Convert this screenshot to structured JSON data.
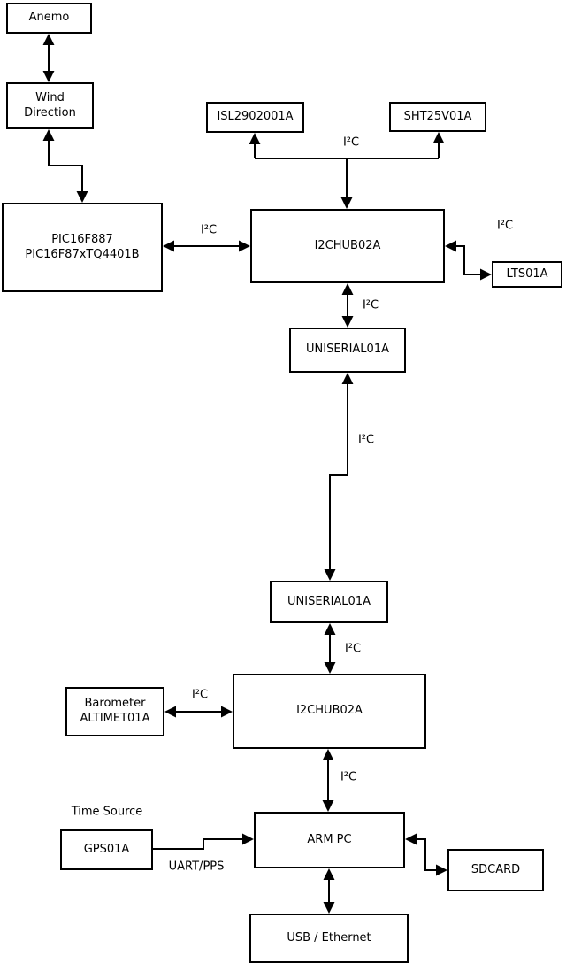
{
  "boxes": {
    "anemo": {
      "label": "Anemo"
    },
    "wind_direction": {
      "line1": "Wind",
      "line2": "Direction"
    },
    "pic": {
      "line1": "PIC16F887",
      "line2": "PIC16F87xTQ4401B"
    },
    "isl": {
      "label": "ISL2902001A"
    },
    "sht": {
      "label": "SHT25V01A"
    },
    "i2chub_top": {
      "label": "I2CHUB02A"
    },
    "lts": {
      "label": "LTS01A"
    },
    "uniserial_top": {
      "label": "UNISERIAL01A"
    },
    "uniserial_bottom": {
      "label": "UNISERIAL01A"
    },
    "barometer": {
      "line1": "Barometer",
      "line2": "ALTIMET01A"
    },
    "i2chub_bottom": {
      "label": "I2CHUB02A"
    },
    "gps": {
      "label": "GPS01A"
    },
    "arm_pc": {
      "label": "ARM PC"
    },
    "sdcard": {
      "label": "SDCARD"
    },
    "usb_ethernet": {
      "label": "USB / Ethernet"
    }
  },
  "connection_labels": {
    "pic_hub": "I²C",
    "sensor_branch": "I²C",
    "hub_lts": "I²C",
    "hub_uniserial": "I²C",
    "uniserial_uniserial": "I²C",
    "uniserial_hub2": "I²C",
    "barometer_hub2": "I²C",
    "hub2_armpc": "I²C",
    "time_source": "Time Source",
    "gps_armpc": "UART/PPS"
  },
  "colors": {
    "line": "#000000",
    "background": "#ffffff",
    "box_fill": "#ffffff",
    "text": "#000000"
  }
}
